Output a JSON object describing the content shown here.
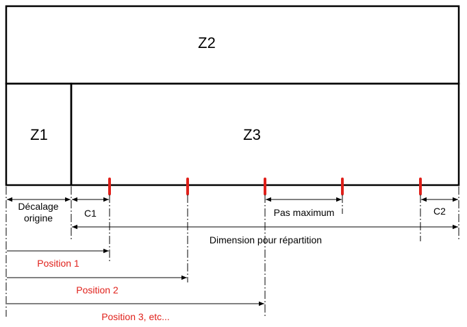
{
  "zones": {
    "z1": "Z1",
    "z2": "Z2",
    "z3": "Z3"
  },
  "dimensions": {
    "offset_line1": "Décalage",
    "offset_line2": "origine",
    "c1": "C1",
    "c2": "C2",
    "max_step": "Pas maximum",
    "distribution": "Dimension pour répartition"
  },
  "positions": [
    "Position 1",
    "Position 2",
    "Position 3, etc..."
  ],
  "colors": {
    "accent": "#e0201a",
    "line": "#000000"
  }
}
